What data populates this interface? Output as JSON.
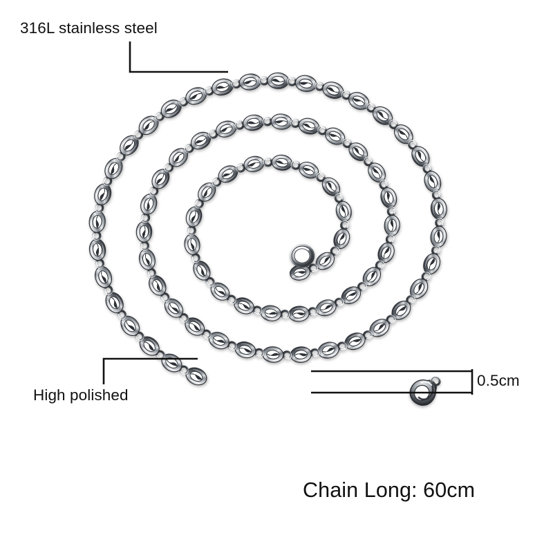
{
  "image": {
    "background_color": "#ffffff",
    "subject": "stainless-steel-coffee-bean-link-necklace",
    "product_type": "necklace-chain"
  },
  "annotations": {
    "material": {
      "label": "316L stainless steel",
      "color": "#111111",
      "leader": "L-shaped leader line from under text down then right to chain"
    },
    "polish": {
      "label": "High polished",
      "color": "#111111",
      "leader": "L-shaped leader line from above text up then right to chain"
    },
    "width": {
      "label": "0.5cm",
      "color": "#111111",
      "leader": "two parallel horizontal dimension lines with vertical end tick"
    },
    "length": {
      "label": "Chain Long: 60cm",
      "color": "#111111"
    }
  },
  "chain": {
    "link_style": "coffee-bean-oval-link",
    "connector_style": "small-round-ring",
    "clasp": "lobster-clasp",
    "end_ring": "jump-ring",
    "finish": "high-polished-mirror",
    "metal_light": "#fefefe",
    "metal_mid": "#b9bcc0",
    "metal_dark": "#4a4e54",
    "metal_shadow": "#23262b",
    "outline": "#2c2f34",
    "coil_count": 3
  }
}
